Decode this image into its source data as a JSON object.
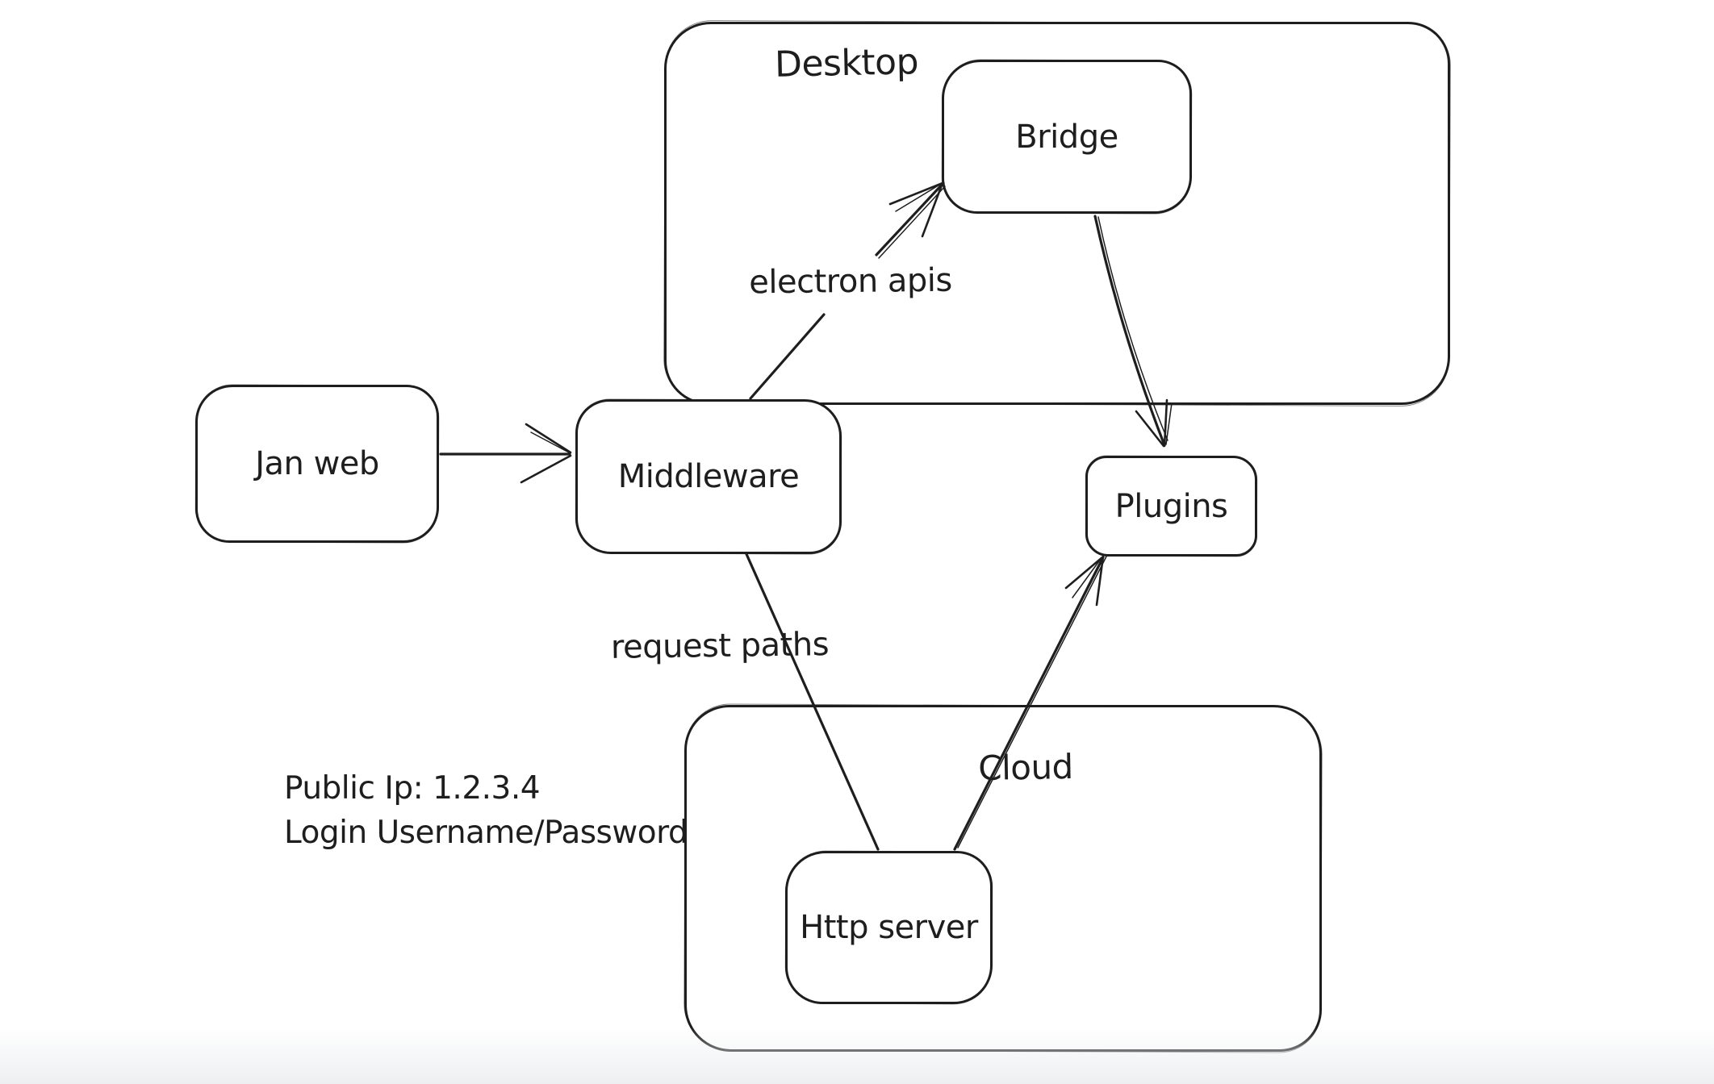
{
  "diagram": {
    "containers": [
      {
        "id": "desktop",
        "label": "Desktop"
      },
      {
        "id": "cloud",
        "label": "Cloud"
      }
    ],
    "nodes": {
      "jan_web": {
        "label": "Jan web"
      },
      "middleware": {
        "label": "Middleware"
      },
      "bridge": {
        "label": "Bridge"
      },
      "plugins": {
        "label": "Plugins"
      },
      "http_server": {
        "label": "Http server"
      }
    },
    "edges": [
      {
        "from": "Jan web",
        "to": "Middleware",
        "label": "",
        "arrowhead": "end"
      },
      {
        "from": "Middleware",
        "to": "Bridge",
        "label": "electron apis",
        "arrowhead": "end"
      },
      {
        "from": "Bridge",
        "to": "Plugins",
        "label": "",
        "arrowhead": "end"
      },
      {
        "from": "Middleware",
        "to": "Http server",
        "label": "request paths",
        "arrowhead": "none"
      },
      {
        "from": "Http server",
        "to": "Plugins",
        "label": "",
        "arrowhead": "end"
      }
    ],
    "annotation": {
      "line1": "Public Ip: 1.2.3.4",
      "line2": "Login Username/Password"
    }
  },
  "colors": {
    "stroke": "#1e1e1e",
    "background": "#ffffff",
    "bottom_fade": "#edeff1"
  }
}
